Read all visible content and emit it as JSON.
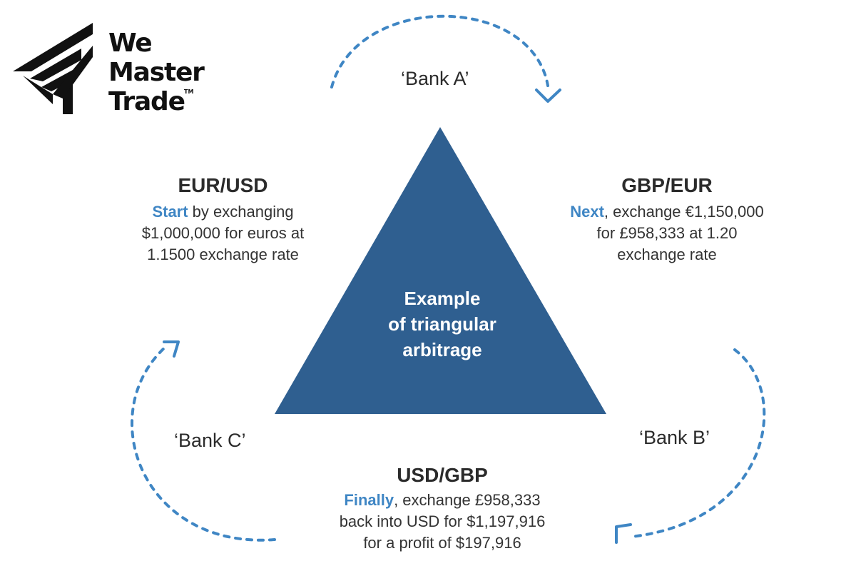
{
  "logo": {
    "lines": [
      "We",
      "Master",
      "Trade"
    ],
    "tm": "TM"
  },
  "center": {
    "line1": "Example",
    "line2": "of triangular",
    "line3": "arbitrage"
  },
  "banks": {
    "a": "‘Bank A’",
    "b": "‘Bank B’",
    "c": "‘Bank C’"
  },
  "pairs": {
    "eur_usd": {
      "title": "EUR/USD",
      "lead": "Start",
      "rest1": " by exchanging",
      "line2": "$1,000,000 for euros at",
      "line3": "1.1500 exchange rate"
    },
    "gbp_eur": {
      "title": "GBP/EUR",
      "lead": "Next",
      "rest1": ", exchange €1,150,000",
      "line2": "for £958,333 at 1.20",
      "line3": "exchange rate"
    },
    "usd_gbp": {
      "title": "USD/GBP",
      "lead": "Finally",
      "rest1": ", exchange £958,333",
      "line2": "back into USD for $1,197,916",
      "line3": "for a profit of $197,916"
    }
  },
  "colors": {
    "triangle": "#2f5f90",
    "accent": "#3f86c4",
    "arrow": "#3f86c4",
    "text": "#2b2b2b"
  },
  "icons": [
    "logo-mark-icon",
    "circular-arrow-icon"
  ]
}
